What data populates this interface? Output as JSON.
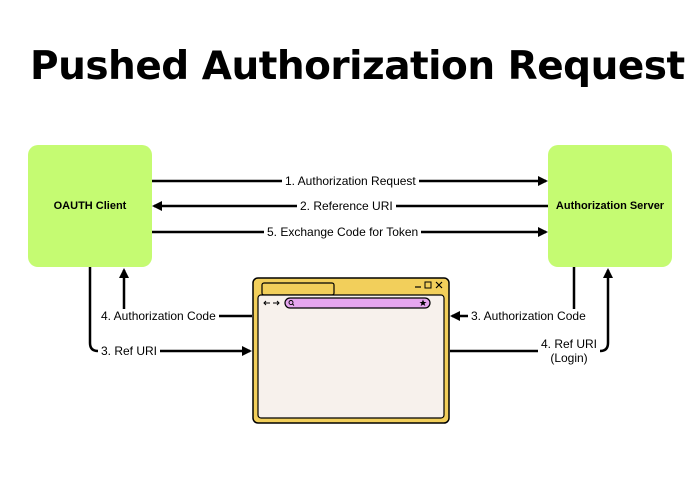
{
  "title": "Pushed Authorization Request",
  "nodes": {
    "client": "OAUTH Client",
    "server": "Authorization Server"
  },
  "flows": {
    "step1": "1. Authorization Request",
    "step2": "2. Reference URI",
    "step5": "5. Exchange Code for Token",
    "step4_code": "4. Authorization Code",
    "step3_ref": "3. Ref URI",
    "step3_code": "3. Authorization Code",
    "step4_ref_line1": "4. Ref URI",
    "step4_ref_line2": "(Login)"
  },
  "browser": {
    "controls": [
      "minimize",
      "maximize",
      "close"
    ],
    "nav_icons": [
      "back-arrow",
      "forward-arrow"
    ],
    "search_icon": "search-icon",
    "bookmark_icon": "star-icon"
  },
  "colors": {
    "node_fill": "#c5fb72",
    "browser_frame": "#f2cf5b",
    "browser_body": "#f7f1ec",
    "address_bar": "#e6a6ef",
    "line": "#000000"
  }
}
